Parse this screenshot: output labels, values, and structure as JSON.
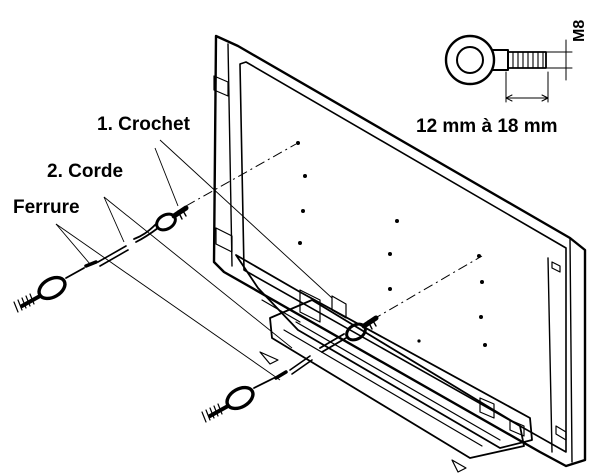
{
  "labels": {
    "hook": "1. Crochet",
    "rope": "2. Corde",
    "fitting": "Ferrure",
    "length": "12 mm à 18 mm",
    "thread": "M8"
  },
  "colors": {
    "ink": "#000000",
    "background": "#ffffff"
  }
}
